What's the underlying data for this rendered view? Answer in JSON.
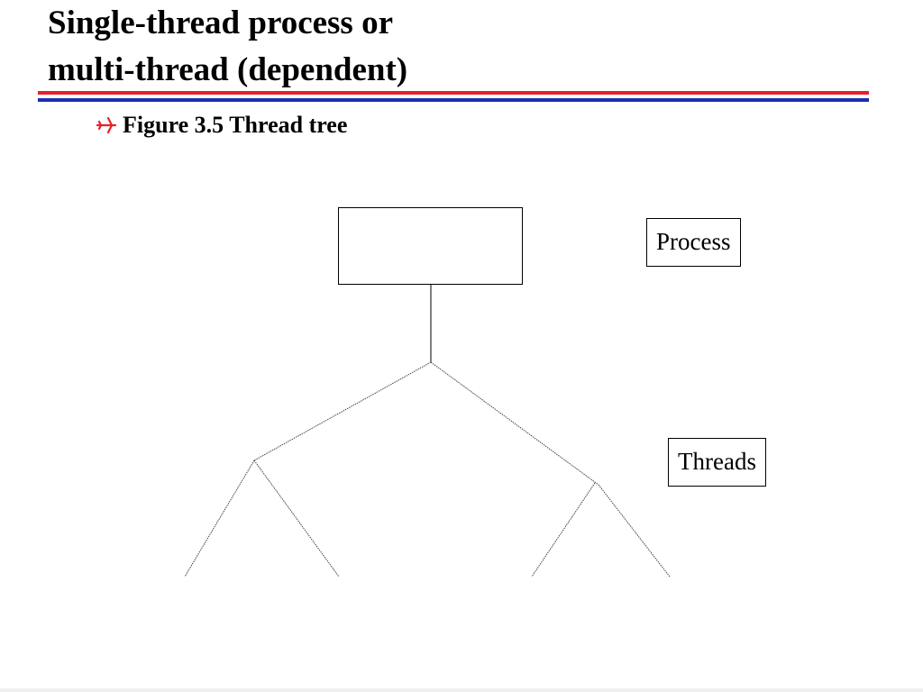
{
  "slide": {
    "title_line1": "Single-thread process or",
    "title_line2": "multi-thread (dependent)",
    "bullet": "Figure 3.5 Thread tree"
  },
  "diagram": {
    "process_label": "Process",
    "threads_label": "Threads"
  },
  "colors": {
    "rule_top": "#e8202a",
    "rule_bottom": "#1a2fb5",
    "bullet_icon": "#e8202a"
  },
  "icons": {
    "bullet": "airplane-icon"
  }
}
